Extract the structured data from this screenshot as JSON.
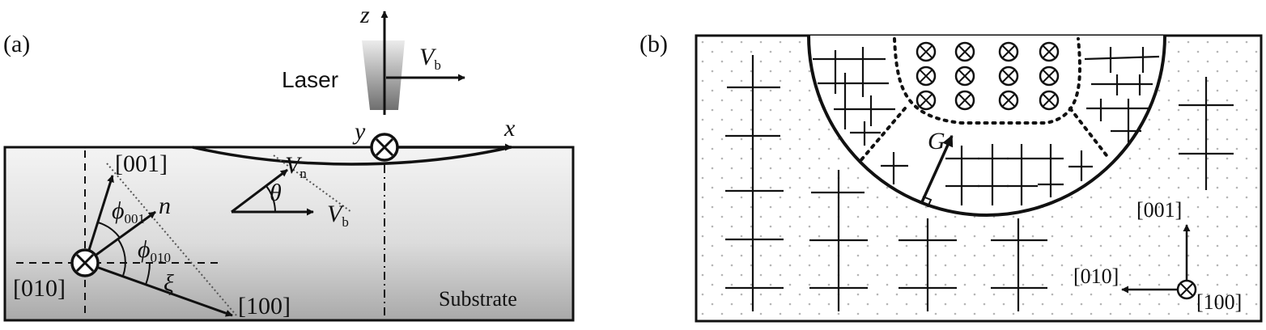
{
  "panel_a": {
    "tag": "(a)",
    "laser_label": "Laser",
    "axis_z": "z",
    "axis_x": "x",
    "axis_y": "y",
    "vb_top": {
      "sym": "V",
      "sub": "b"
    },
    "vn": {
      "sym": "V",
      "sub": "n"
    },
    "vb_mid": {
      "sym": "V",
      "sub": "b"
    },
    "theta": "θ",
    "dir_001": "[001]",
    "dir_010": "[010]",
    "dir_100": "[100]",
    "normal": "n",
    "phi001": {
      "sym": "ϕ",
      "sub": "001"
    },
    "phi010": {
      "sym": "ϕ",
      "sub": "010"
    },
    "xi": "ξ",
    "substrate_label": "Substrate"
  },
  "panel_b": {
    "tag": "(b)",
    "gradient": "G",
    "dir_001": "[001]",
    "dir_010": "[010]",
    "dir_100": "[100]"
  }
}
